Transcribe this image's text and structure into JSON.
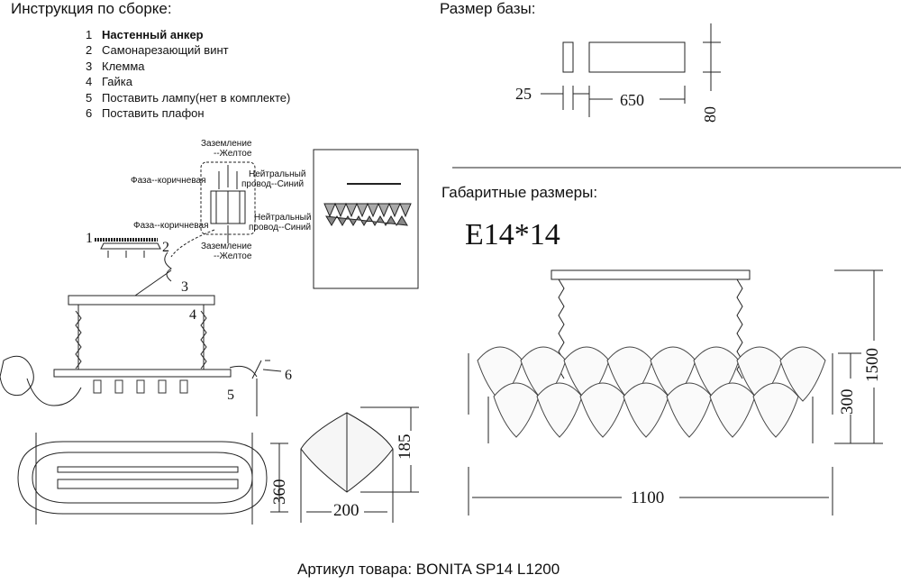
{
  "assembly": {
    "title": "Инструкция по сборке:",
    "steps": [
      {
        "num": "1",
        "text": "Настенный анкер"
      },
      {
        "num": "2",
        "text": "Самонарезающий винт"
      },
      {
        "num": "3",
        "text": "Клемма"
      },
      {
        "num": "4",
        "text": "Гайка"
      },
      {
        "num": "5",
        "text": "Поставить лампу(нет в комплекте)"
      },
      {
        "num": "6",
        "text": "Поставить плафон"
      }
    ]
  },
  "wiring": {
    "ground_top": [
      "Заземление",
      "--Желтое"
    ],
    "phase_top": "Фаза--коричневая",
    "neutral_top": [
      "Нейтральный",
      "провод--Синий"
    ],
    "phase_bottom": "Фаза--коричневая",
    "neutral_bottom": [
      "Нейтральный",
      "провод--Синий"
    ],
    "ground_bottom": [
      "Заземление",
      "--Желтое"
    ]
  },
  "callouts": {
    "c1": "1",
    "c2": "2",
    "c3": "3",
    "c4": "4",
    "c5": "5",
    "c6": "6"
  },
  "base": {
    "title": "Размер базы:",
    "d25": "25",
    "d650": "650",
    "d80": "80"
  },
  "overall": {
    "title": "Габаритные размеры:",
    "lamp": "E14*14",
    "d1100": "1100",
    "d1500": "1500",
    "d300": "300"
  },
  "shade": {
    "d185": "185",
    "d200": "200"
  },
  "top_view": {
    "d360": "360"
  },
  "footer": "Артикул товара: BONITA SP14 L1200"
}
